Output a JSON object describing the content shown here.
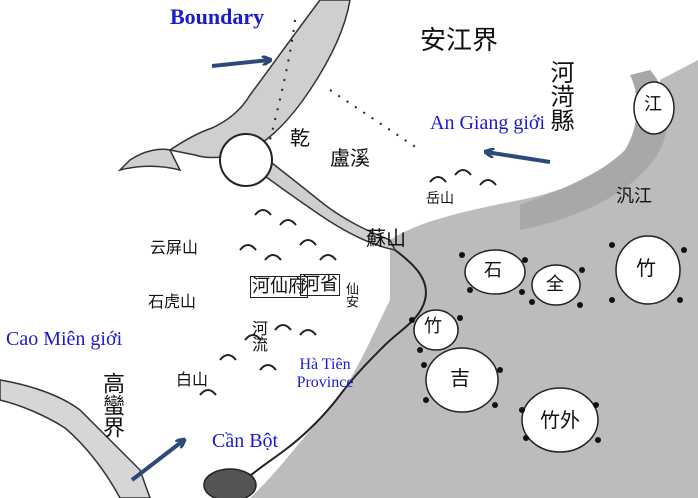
{
  "annotations": {
    "boundary": "Boundary",
    "an_giang": "An Giang giới",
    "cao_mien": "Cao Miên giới",
    "ha_tien": "Hà Tiên Province",
    "can_bot": "Cần Bột"
  },
  "arrow_color": "#2b4a7a",
  "label_color": "#1a1ad0",
  "original_script": {
    "an_jiang_boundary": "安江界",
    "river_district": "河渮縣",
    "lu_xi": "盧溪",
    "qian": "乾",
    "su_shan": "蘇山",
    "yue_shan": "岳山",
    "yun_shan": "云屏山",
    "shi_shan": "石虎山",
    "hexian_fu": "河仙府",
    "hexian_sheng": "河省",
    "he_liu": "河流",
    "bai_shan": "白山",
    "gao_mian_jie": "高蠻界",
    "island_1": "石",
    "island_2": "全",
    "island_3": "竹",
    "island_4": "吉",
    "island_5": "竹",
    "island_6": "竹外",
    "river_mouth": "江",
    "xun_jiang": "汎江",
    "coast_city": "仙安"
  }
}
